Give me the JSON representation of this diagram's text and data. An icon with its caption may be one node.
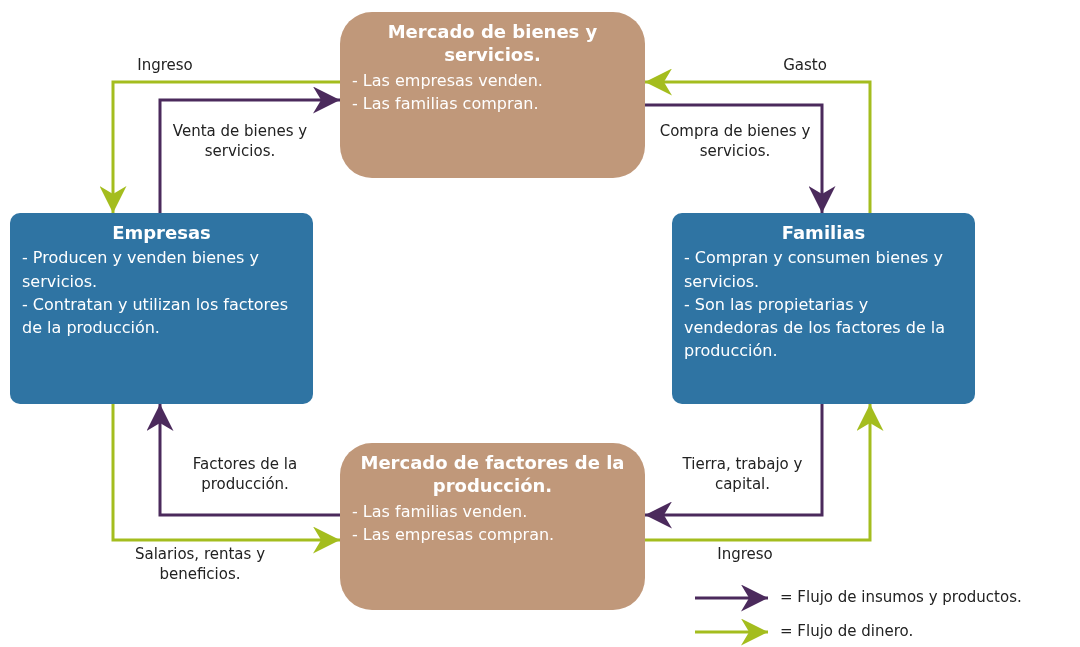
{
  "diagram": {
    "nodes": [
      {
        "text": [
          "Mercado de bienes y servicios.",
          "- Las empresas venden.",
          "- Las familias compran."
        ]
      },
      {
        "text": [
          "Empresas",
          "- Producen y venden bienes y servicios.",
          "- Contratan y utilizan los factores de la producción."
        ]
      },
      {
        "text": [
          "Familias",
          "- Compran y consumen bienes y servicios.",
          "- Son las propietarias y vendedoras de los factores de la producción."
        ]
      },
      {
        "text": [
          "Mercado de factores de la producción.",
          "- Las familias venden.",
          "- Las empresas compran."
        ]
      }
    ],
    "edges": [
      {
        "from": 0,
        "to": 1,
        "arrow": "to",
        "label": "Ingreso",
        "color": "#a4bd1e"
      },
      {
        "from": 1,
        "to": 0,
        "arrow": "to",
        "label": "Venta de bienes y servicios.",
        "color": "#4b2a5c"
      },
      {
        "from": 0,
        "to": 2,
        "arrow": "to",
        "label": "Compra de bienes y servicios.",
        "color": "#4b2a5c"
      },
      {
        "from": 2,
        "to": 0,
        "arrow": "to",
        "label": "Gasto",
        "color": "#a4bd1e"
      },
      {
        "from": 2,
        "to": 3,
        "arrow": "to",
        "label": "Tierra, trabajo y capital.",
        "color": "#4b2a5c"
      },
      {
        "from": 3,
        "to": 2,
        "arrow": "to",
        "label": "Ingreso",
        "color": "#a4bd1e"
      },
      {
        "from": 3,
        "to": 1,
        "arrow": "to",
        "label": "Factores de la producción.",
        "color": "#4b2a5c"
      },
      {
        "from": 1,
        "to": 3,
        "arrow": "to",
        "label": "Salarios, rentas y beneficios.",
        "color": "#a4bd1e"
      }
    ],
    "legend": [
      {
        "text": "= Flujo de insumos y productos."
      },
      {
        "text": "= Flujo de dinero."
      }
    ]
  }
}
